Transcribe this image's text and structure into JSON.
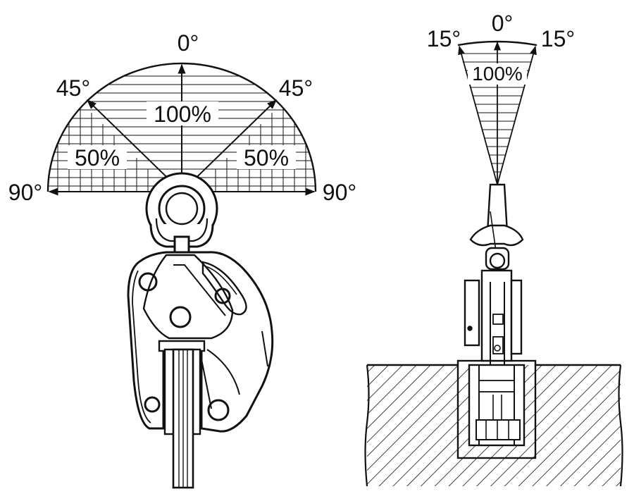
{
  "left_diagram": {
    "top_angle": "0°",
    "diag_left_angle": "45°",
    "diag_right_angle": "45°",
    "side_left_angle": "90°",
    "side_right_angle": "90°",
    "center_capacity": "100%",
    "left_capacity": "50%",
    "right_capacity": "50%"
  },
  "right_diagram": {
    "top_angle": "0°",
    "left_angle": "15°",
    "right_angle": "15°",
    "center_capacity": "100%"
  },
  "colors": {
    "line": "#111111",
    "background": "#ffffff"
  }
}
